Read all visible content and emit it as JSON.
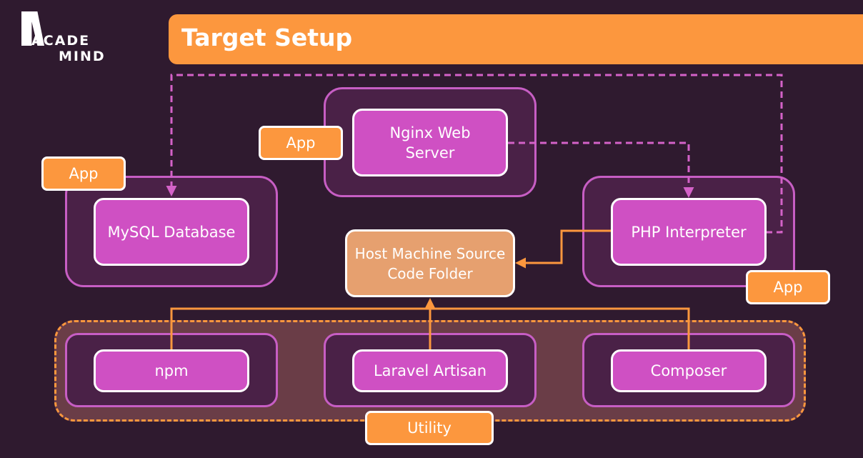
{
  "logo": {
    "line1": "ACADE",
    "line2": "MIND"
  },
  "header": {
    "title": "Target Setup"
  },
  "nodes": {
    "nginx": "Nginx Web Server",
    "mysql": "MySQL Database",
    "php": "PHP Interpreter",
    "host": "Host Machine Source Code Folder",
    "npm": "npm",
    "artisan": "Laravel Artisan",
    "composer": "Composer"
  },
  "tags": {
    "nginx": "App",
    "mysql": "App",
    "php": "App",
    "utility": "Utility"
  },
  "colors": {
    "background": "#2f1a2f",
    "accent_orange": "#fc973e",
    "service_magenta": "#cf50c3",
    "container_border": "#c75ec4",
    "dashed_link": "#d462c8",
    "host_box": "#e6a06f"
  }
}
